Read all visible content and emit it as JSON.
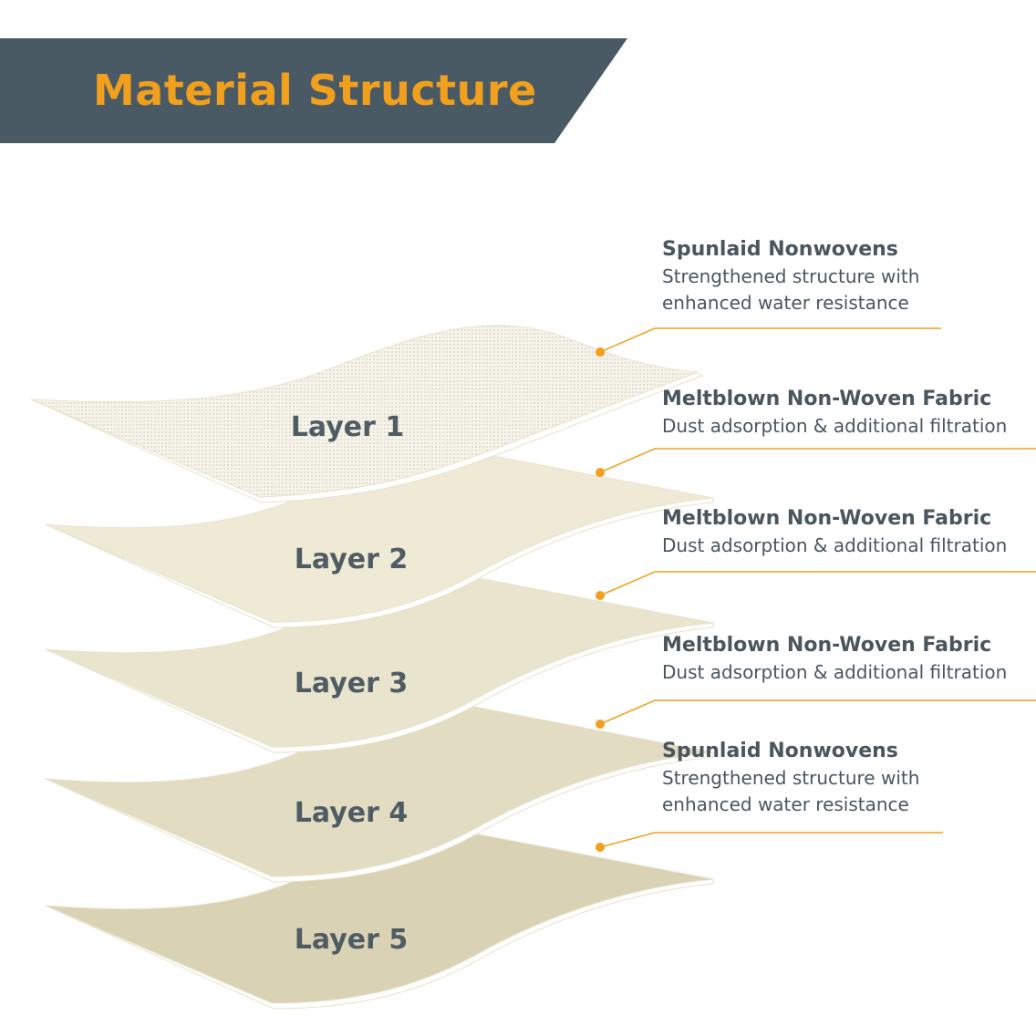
{
  "title": "Material Structure",
  "colors": {
    "banner": "#4a5a65",
    "accent": "#f0a01c",
    "text": "#4a565e",
    "layers": [
      "#f7f5ea",
      "#efead6",
      "#e9e4cd",
      "#e2dcc2",
      "#d9d2b4"
    ]
  },
  "layers": [
    {
      "label": "Layer 1",
      "title": "Spunlaid Nonwovens",
      "lines": [
        "Strengthened structure with",
        "enhanced water resistance"
      ]
    },
    {
      "label": "Layer 2",
      "title": "Meltblown Non-Woven Fabric",
      "lines": [
        "Dust adsorption & additional filtration"
      ]
    },
    {
      "label": "Layer 3",
      "title": "Meltblown Non-Woven Fabric",
      "lines": [
        "Dust adsorption & additional filtration"
      ]
    },
    {
      "label": "Layer 4",
      "title": "Meltblown Non-Woven Fabric",
      "lines": [
        "Dust adsorption & additional filtration"
      ]
    },
    {
      "label": "Layer 5",
      "title": "Spunlaid Nonwovens",
      "lines": [
        "Strengthened structure with",
        "enhanced water resistance"
      ]
    }
  ]
}
